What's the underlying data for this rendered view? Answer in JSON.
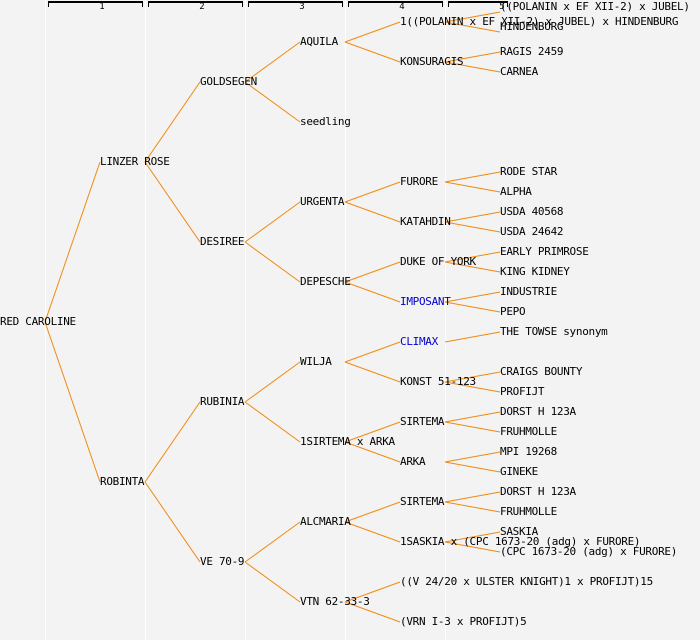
{
  "generation_headers": [
    "1",
    "2",
    "3",
    "4",
    "5"
  ],
  "colors": {
    "line": "#f08a10",
    "link": "#0000cc",
    "text": "#000000",
    "background": "#f3f3f3"
  },
  "tree": {
    "name": "RED CAROLINE",
    "children": [
      {
        "name": "LINZER ROSE",
        "children": [
          {
            "name": "GOLDSEGEN",
            "children": [
              {
                "name": "AQUILA",
                "children": [
                  {
                    "name": "1((POLANIN x EF XII-2) x JUBEL) x HINDENBURG",
                    "children": [
                      {
                        "name": "((POLANIN x EF XII-2) x JUBEL)"
                      },
                      {
                        "name": "HINDENBURG"
                      }
                    ]
                  },
                  {
                    "name": "KONSURAGIS",
                    "children": [
                      {
                        "name": "RAGIS 2459"
                      },
                      {
                        "name": "CARNEA"
                      }
                    ]
                  }
                ]
              },
              {
                "name": "seedling"
              }
            ]
          },
          {
            "name": "DESIREE",
            "children": [
              {
                "name": "URGENTA",
                "children": [
                  {
                    "name": "FURORE",
                    "children": [
                      {
                        "name": "RODE STAR"
                      },
                      {
                        "name": "ALPHA"
                      }
                    ]
                  },
                  {
                    "name": "KATAHDIN",
                    "children": [
                      {
                        "name": "USDA 40568"
                      },
                      {
                        "name": "USDA 24642"
                      }
                    ]
                  }
                ]
              },
              {
                "name": "DEPESCHE",
                "children": [
                  {
                    "name": "DUKE OF YORK",
                    "children": [
                      {
                        "name": "EARLY PRIMROSE"
                      },
                      {
                        "name": "KING KIDNEY"
                      }
                    ]
                  },
                  {
                    "name": "IMPOSANT",
                    "link": true,
                    "children": [
                      {
                        "name": "INDUSTRIE"
                      },
                      {
                        "name": "PEPO"
                      }
                    ]
                  }
                ]
              }
            ]
          }
        ]
      },
      {
        "name": "ROBINTA",
        "children": [
          {
            "name": "RUBINIA",
            "children": [
              {
                "name": "WILJA",
                "children": [
                  {
                    "name": "CLIMAX",
                    "link": true,
                    "children": [
                      {
                        "name": "THE TOWSE synonym"
                      }
                    ]
                  },
                  {
                    "name": "KONST 51-123",
                    "children": [
                      {
                        "name": "CRAIGS BOUNTY"
                      },
                      {
                        "name": "PROFIJT"
                      }
                    ]
                  }
                ]
              },
              {
                "name": "1SIRTEMA x ARKA",
                "children": [
                  {
                    "name": "SIRTEMA",
                    "children": [
                      {
                        "name": "DORST H 123A"
                      },
                      {
                        "name": "FRUHMOLLE"
                      }
                    ]
                  },
                  {
                    "name": "ARKA",
                    "children": [
                      {
                        "name": "MPI 19268"
                      },
                      {
                        "name": "GINEKE"
                      }
                    ]
                  }
                ]
              }
            ]
          },
          {
            "name": "VE 70-9",
            "children": [
              {
                "name": "ALCMARIA",
                "children": [
                  {
                    "name": "SIRTEMA",
                    "children": [
                      {
                        "name": "DORST H 123A"
                      },
                      {
                        "name": "FRUHMOLLE"
                      }
                    ]
                  },
                  {
                    "name": "1SASKIA x (CPC 1673-20 (adg) x FURORE)",
                    "children": [
                      {
                        "name": "SASKIA"
                      },
                      {
                        "name": "(CPC 1673-20 (adg) x FURORE)"
                      }
                    ]
                  }
                ]
              },
              {
                "name": "VTN 62-33-3",
                "children": [
                  {
                    "name": "((V 24/20 x ULSTER KNIGHT)1 x PROFIJT)15"
                  },
                  {
                    "name": "(VRN I-3 x PROFIJT)5"
                  }
                ]
              }
            ]
          }
        ]
      }
    ]
  }
}
